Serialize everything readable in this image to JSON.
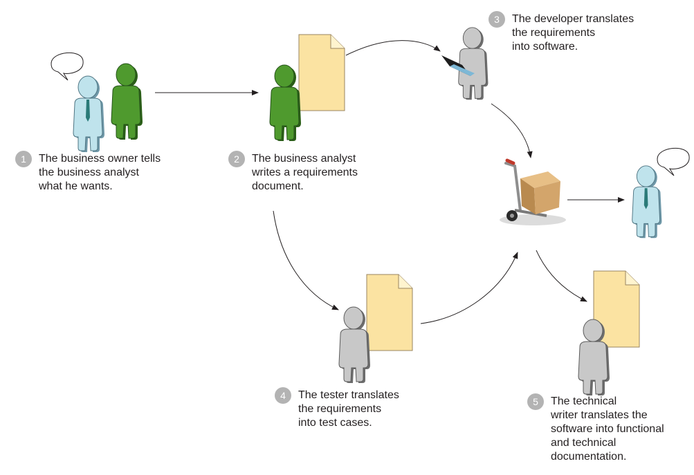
{
  "steps": [
    {
      "number": "1",
      "lines": [
        "The business owner tells",
        "the business analyst",
        "what he wants."
      ]
    },
    {
      "number": "2",
      "lines": [
        "The business analyst",
        "writes a requirements",
        "document."
      ]
    },
    {
      "number": "3",
      "lines": [
        "The developer translates",
        "the requirements",
        "into software."
      ]
    },
    {
      "number": "4",
      "lines": [
        "The tester translates",
        "the requirements",
        "into test cases."
      ]
    },
    {
      "number": "5",
      "lines": [
        "The technical",
        "writer translates the",
        "software into functional",
        "and technical",
        "documentation."
      ]
    }
  ],
  "colors": {
    "badge": "#b3b3b3",
    "text": "#231f20",
    "arrow": "#231f20",
    "owner_person": "#bfe3ec",
    "analyst_person": "#4f9a2e",
    "grey_person": "#c8c8c8",
    "document": "#fbe3a2",
    "box": "#d3a56b"
  },
  "icons": [
    "business-owner-icon",
    "business-analyst-icon",
    "speech-bubble-icon",
    "document-icon",
    "developer-icon",
    "laptop-icon",
    "tester-icon",
    "hand-truck-icon",
    "customer-icon",
    "technical-writer-icon"
  ]
}
